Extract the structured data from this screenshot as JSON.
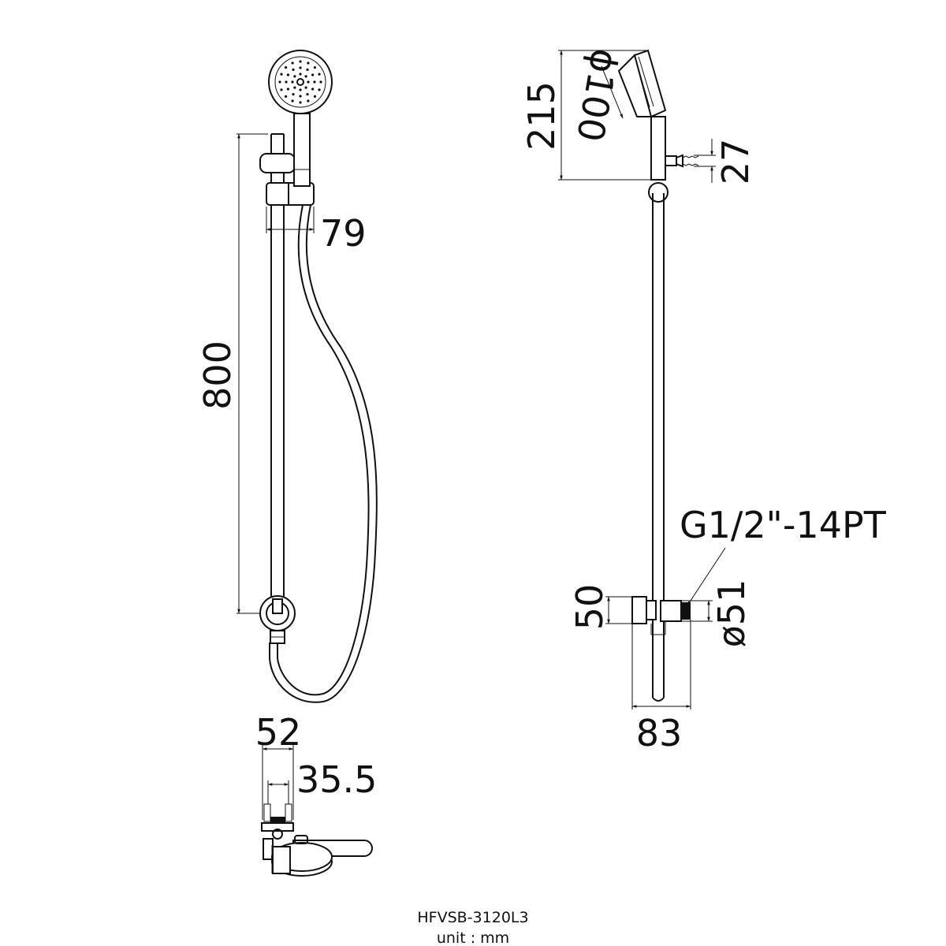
{
  "dimensions": {
    "bar_length": "800",
    "bracket_width": "79",
    "handshower_height": "215",
    "head_diameter": "ϕ100",
    "outlet_offset": "27",
    "thread_spec": "G1/2\"-14PT",
    "elbow_height": "50",
    "flange_diameter": "ø51",
    "projection": "83",
    "top_width": "52",
    "top_inner_width": "35.5"
  },
  "footer": {
    "model": "HFVSB-3120L3",
    "unit": "unit : mm"
  }
}
